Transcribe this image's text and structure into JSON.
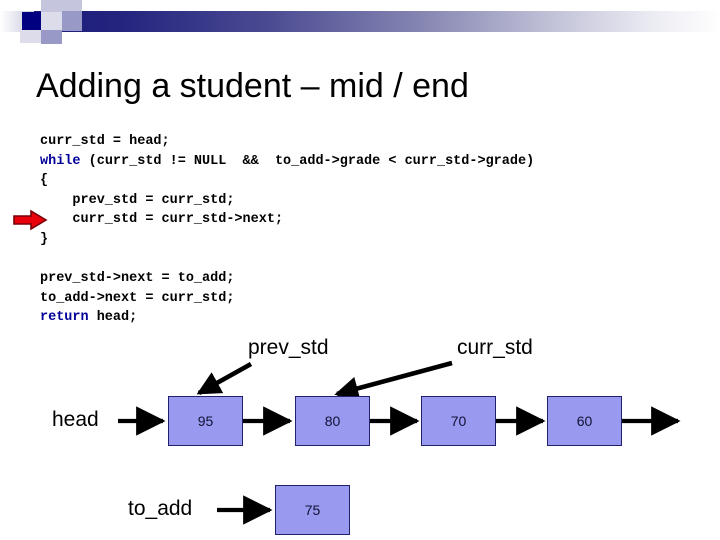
{
  "slide": {
    "title": "Adding a student – mid / end"
  },
  "theme": {
    "band_dark": "#000080",
    "band_gradient_start": "#1a1a7a",
    "band_gradient_end": "#ffffff",
    "keyword_color": "#000099",
    "code_color": "#000000",
    "node_fill": "#9999f0",
    "node_border": "#21216b",
    "step_arrow_color": "#e8000a",
    "step_arrow_outline": "#7a0008",
    "connector_color": "#000000"
  },
  "code": {
    "lines": [
      {
        "id": "line-1",
        "indent": 0,
        "keyword": "",
        "text": "curr_std = head;"
      },
      {
        "id": "line-2",
        "indent": 0,
        "keyword": "while",
        "text": " (curr_std != NULL  &&  to_add->grade < curr_std->grade)"
      },
      {
        "id": "line-3",
        "indent": 0,
        "keyword": "",
        "text": "{"
      },
      {
        "id": "line-4",
        "indent": 4,
        "keyword": "",
        "text": "prev_std = curr_std;"
      },
      {
        "id": "line-5",
        "indent": 4,
        "keyword": "",
        "text": "curr_std = curr_std->next;"
      },
      {
        "id": "line-6",
        "indent": 0,
        "keyword": "",
        "text": "}"
      },
      {
        "id": "line-7",
        "indent": 0,
        "keyword": "",
        "text": ""
      },
      {
        "id": "line-8",
        "indent": 0,
        "keyword": "",
        "text": "prev_std->next = to_add;"
      },
      {
        "id": "line-9",
        "indent": 0,
        "keyword": "",
        "text": "to_add->next = curr_std;"
      },
      {
        "id": "line-10",
        "indent": 0,
        "keyword": "return",
        "text": " head;"
      }
    ],
    "current_line_id": "line-5"
  },
  "step_arrow": {
    "name": "current-line-marker",
    "direction": "right"
  },
  "diagram": {
    "type": "linked-list",
    "head_label": "head",
    "to_add_label": "to_add",
    "pointer_labels": [
      {
        "name": "prev_std",
        "text": "prev_std",
        "points_to_value": "95"
      },
      {
        "name": "curr_std",
        "text": "curr_std",
        "points_to_value": "80"
      }
    ],
    "nodes": [
      {
        "value": "95"
      },
      {
        "value": "80"
      },
      {
        "value": "70"
      },
      {
        "value": "60"
      }
    ],
    "to_add_node": {
      "value": "75"
    },
    "tail_has_trailing_arrow": true
  }
}
